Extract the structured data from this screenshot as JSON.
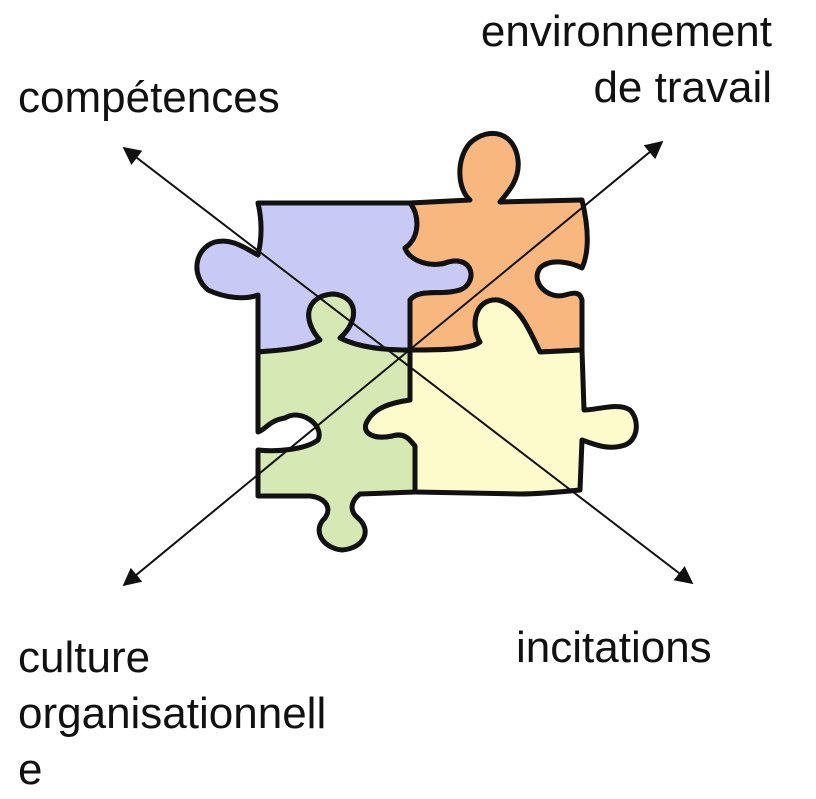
{
  "labels": {
    "top_left": [
      "compétences"
    ],
    "top_right": [
      "environnement",
      "de travail"
    ],
    "bottom_left": [
      "culture",
      "organisationnell",
      "e"
    ],
    "bottom_right": [
      "incitations"
    ]
  },
  "pieces": {
    "top_left": {
      "color": "#c9c9f5"
    },
    "top_right": {
      "color": "#f7b77e"
    },
    "bottom_left": {
      "color": "#d6e8b3"
    },
    "bottom_right": {
      "color": "#fdfacb"
    }
  },
  "outline_color": "#111111",
  "arrow_color": "#111111"
}
